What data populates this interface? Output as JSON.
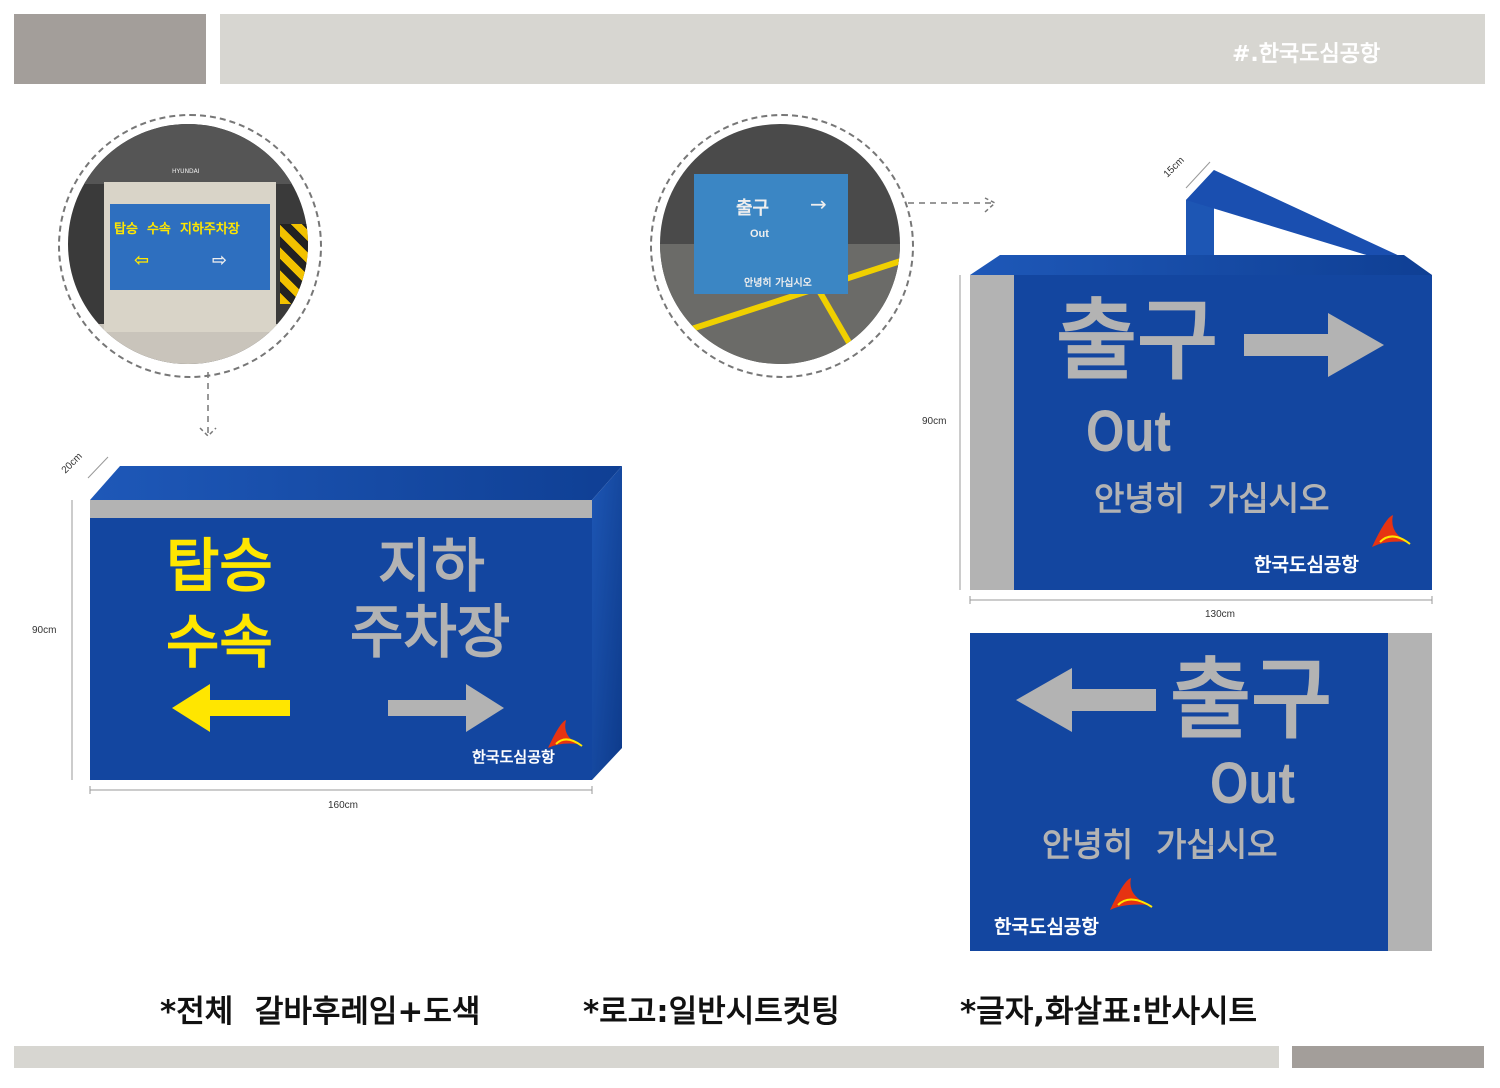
{
  "header": {
    "title": "#.한국도심공항"
  },
  "left_sign": {
    "line1_left": "탑승",
    "line2_left": "수속",
    "line1_right": "지하",
    "line2_right": "주차장",
    "logo": "한국도심공항",
    "dim_depth": "20cm",
    "dim_height": "90cm",
    "dim_width": "160cm"
  },
  "right_sign_top": {
    "title": "출구",
    "out": "Out",
    "greeting": "안녕히  가십시오",
    "logo": "한국도심공항",
    "dim_depth": "15cm",
    "dim_height": "90cm",
    "dim_width": "130cm"
  },
  "right_sign_bottom": {
    "title": "출구",
    "out": "Out",
    "greeting": "안녕히  가십시오",
    "logo": "한국도심공항"
  },
  "photo_left": {
    "line1": "탑승  수속  지하주차장",
    "brand": "HYUNDAI"
  },
  "photo_right": {
    "title": "출구",
    "out": "Out",
    "greeting": "안녕히 가십시오"
  },
  "notes": {
    "note1": "*전체  갈바후레임+도색",
    "note2": "*로고:일반시트컷팅",
    "note3": "*글자,화살표:반사시트"
  },
  "colors": {
    "sign_blue": "#1346a0",
    "arrow_gray": "#b3b3b3",
    "yellow": "#ffe600",
    "header_gray": "#d7d6d1",
    "header_dark": "#a39e9a"
  }
}
